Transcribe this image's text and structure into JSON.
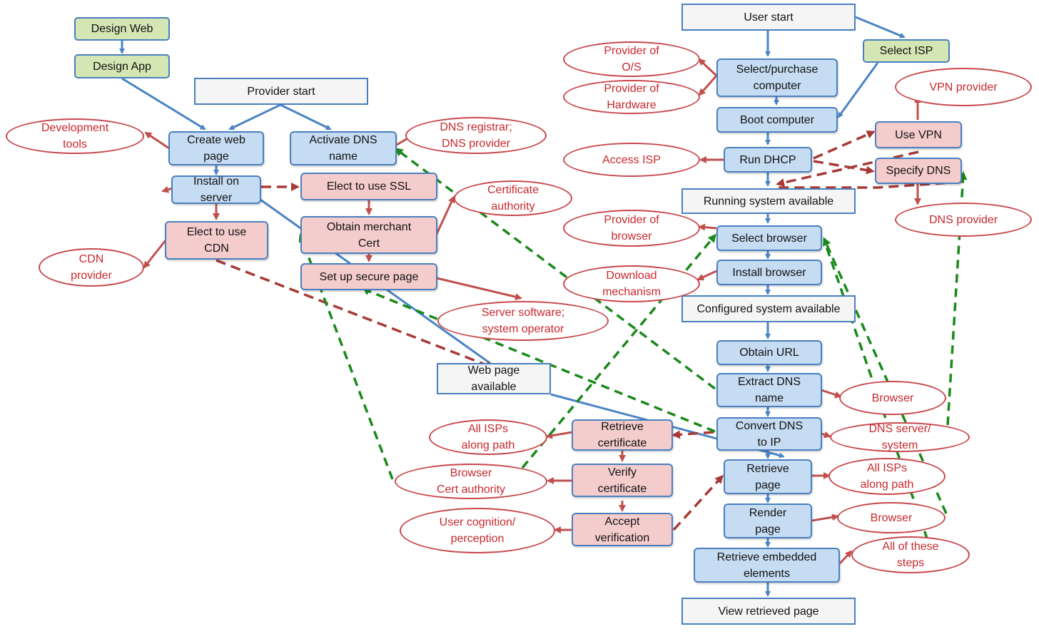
{
  "nodes": {
    "design_web": "Design Web",
    "design_app": "Design App",
    "provider_start": "Provider start",
    "create_web_page": "Create web\npage",
    "activate_dns": "Activate DNS\nname",
    "install_on_server": "Install on\nserver",
    "elect_ssl": "Elect to use SSL",
    "elect_cdn": "Elect to use\nCDN",
    "obtain_cert": "Obtain merchant\nCert",
    "setup_secure": "Set up secure page",
    "web_page_available": "Web page\navailable",
    "retrieve_certificate": "Retrieve\ncertificate",
    "verify_certificate": "Verify\ncertificate",
    "accept_verification": "Accept\nverification",
    "user_start": "User start",
    "select_isp": "Select ISP",
    "select_purchase": "Select/purchase\ncomputer",
    "boot_computer": "Boot computer",
    "run_dhcp": "Run DHCP",
    "use_vpn": "Use VPN",
    "specify_dns": "Specify DNS",
    "running_system": "Running system available",
    "select_browser": "Select browser",
    "install_browser": "Install browser",
    "configured_system": "Configured system available",
    "obtain_url": "Obtain URL",
    "extract_dns": "Extract DNS\nname",
    "convert_dns": "Convert DNS\nto IP",
    "retrieve_page": "Retrieve\npage",
    "render_page": "Render\npage",
    "retrieve_embedded": "Retrieve embedded\nelements",
    "view_retrieved": "View retrieved page",
    "e_dev_tools": "Development\ntools",
    "e_dns_registrar": "DNS registrar;\nDNS provider",
    "e_cert_authority": "Certificate\nauthority",
    "e_cdn_provider": "CDN\nprovider",
    "e_server_software": "Server software;\nsystem operator",
    "e_all_isps_1": "All ISPs\nalong path",
    "e_browser_cert": "Browser\nCert authority",
    "e_user_cognition": "User cognition/\nperception",
    "e_provider_os": "Provider of\nO/S",
    "e_provider_hw": "Provider of\nHardware",
    "e_vpn_provider": "VPN provider",
    "e_access_isp": "Access ISP",
    "e_dns_provider": "DNS provider",
    "e_provider_browser": "Provider of\nbrowser",
    "e_download": "Download\nmechanism",
    "e_browser_1": "Browser",
    "e_dns_server": "DNS server/\nsystem",
    "e_all_isps_2": "All ISPs\nalong path",
    "e_browser_2": "Browser",
    "e_all_steps": "All of these\nsteps"
  },
  "colors": {
    "blue_arrow": "#4a84c4",
    "red_arrow": "#c0504d",
    "dark_red_dashed": "#a83a36",
    "green_dashed": "#1a8a1a",
    "start_fill": "#f5f5f5",
    "green_fill": "#d3e6b4",
    "blue_fill": "#c6dcf2",
    "pink_fill": "#f5cccc",
    "ellipse_text": "#c8282d"
  }
}
